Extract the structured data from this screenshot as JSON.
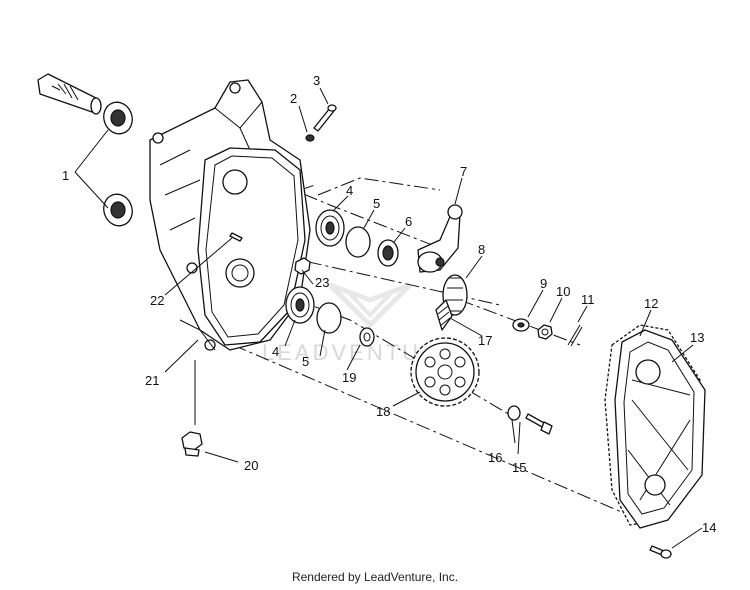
{
  "callouts": {
    "c1": "1",
    "c2": "2",
    "c3": "3",
    "c4a": "4",
    "c4b": "4",
    "c5a": "5",
    "c5b": "5",
    "c6": "6",
    "c7": "7",
    "c8": "8",
    "c9": "9",
    "c10": "10",
    "c11": "11",
    "c12": "12",
    "c13": "13",
    "c14": "14",
    "c15": "15",
    "c16": "16",
    "c17": "17",
    "c18": "18",
    "c19": "19",
    "c20": "20",
    "c21": "21",
    "c22": "22",
    "c23": "23"
  },
  "watermark": "LEADVENTURE",
  "footer": "Rendered by LeadVenture, Inc."
}
